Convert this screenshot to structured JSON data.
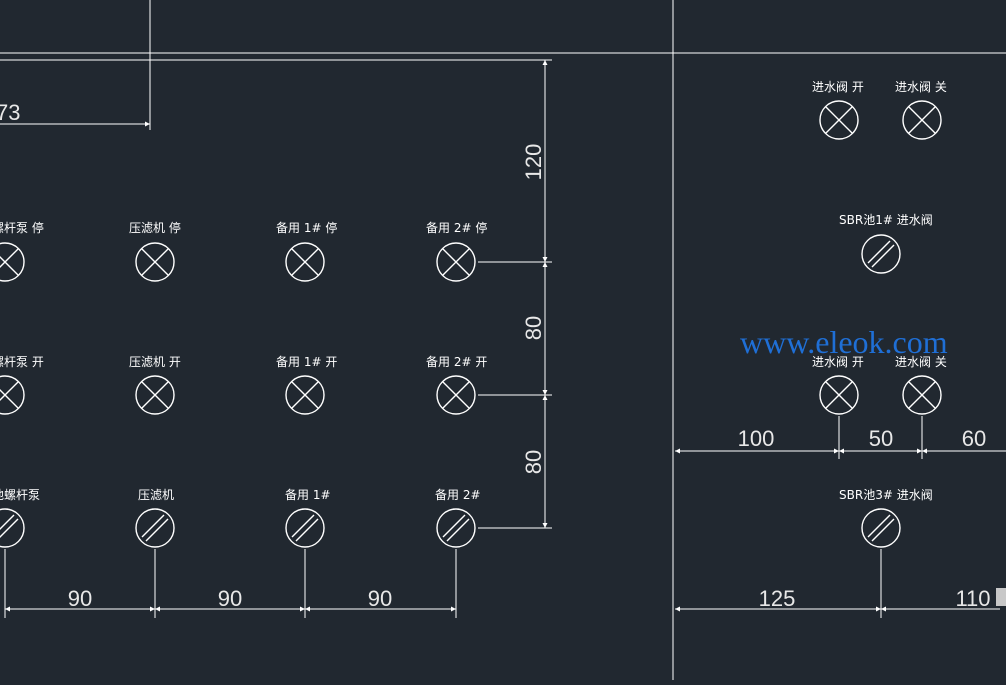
{
  "colors": {
    "background": "#212830",
    "lines": "#ffffff",
    "watermark": "#1f6fd6"
  },
  "left_panel": {
    "row_stop": [
      "螺杆泵 停",
      "压滤机 停",
      "备用 1# 停",
      "备用 2# 停"
    ],
    "row_start": [
      "螺杆泵 开",
      "压滤机 开",
      "备用 1# 开",
      "备用 2# 开"
    ],
    "row_device": [
      "池螺杆泵",
      "压滤机",
      "备用 1#",
      "备用 2#"
    ],
    "dim_top": "73",
    "dim_vertical": [
      "120",
      "80",
      "80"
    ],
    "dim_horizontal": [
      "90",
      "90",
      "90"
    ]
  },
  "right_panel": {
    "inlet_open_1": "进水阀 开",
    "inlet_close_1": "进水阀 关",
    "sbr1": "SBR池1# 进水阀",
    "inlet_open_2": "进水阀 开",
    "inlet_close_2": "进水阀 关",
    "sbr3": "SBR池3# 进水阀",
    "dim_row1": [
      "100",
      "50",
      "60"
    ],
    "dim_row2": [
      "125",
      "110"
    ]
  },
  "watermark": "www.eleok.com"
}
